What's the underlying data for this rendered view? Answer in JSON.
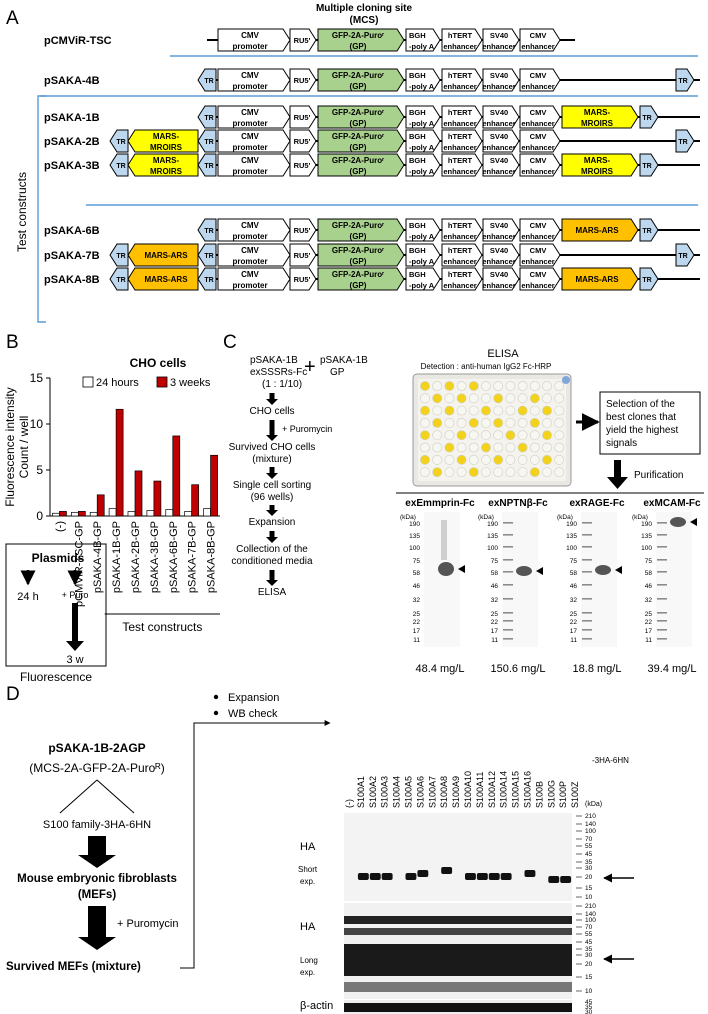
{
  "panel_letters": {
    "a": "A",
    "b": "B",
    "c": "C",
    "d": "D"
  },
  "panelA": {
    "mcs_label_line1": "Multiple cloning site",
    "mcs_label_line2": "(MCS)",
    "test_constructs_label": "Test constructs",
    "element_labels": {
      "cmv_promoter": [
        "CMV",
        "promoter"
      ],
      "ru5": "RU5'",
      "gp": [
        "GFP-2A-Puroʳ",
        "(GP)"
      ],
      "bgh": [
        "BGH",
        "-poly A"
      ],
      "htert": [
        "hTERT",
        "enhancer"
      ],
      "sv40": [
        "SV40",
        "enhancer"
      ],
      "cmv_enhancer": [
        "CMV",
        "enhancer"
      ],
      "tr": "TR",
      "mars_mroirs": [
        "MARS-",
        "MROIRS"
      ],
      "mars_ars": "MARS-ARS"
    },
    "constructs": [
      {
        "name": "pCMViR-TSC",
        "left": "none",
        "right": "none",
        "tr_left": false,
        "tr_right": false
      },
      {
        "name": "pSAKA-4B",
        "left": "none",
        "right": "none",
        "tr_left": true,
        "tr_right": true
      },
      {
        "name": "pSAKA-1B",
        "left": "none",
        "right": "mroirs",
        "tr_left": true,
        "tr_right": true
      },
      {
        "name": "pSAKA-2B",
        "left": "mroirs",
        "right": "none",
        "tr_left": true,
        "tr_right": true
      },
      {
        "name": "pSAKA-3B",
        "left": "mroirs",
        "right": "mroirs",
        "tr_left": true,
        "tr_right": true
      },
      {
        "name": "pSAKA-6B",
        "left": "none",
        "right": "ars",
        "tr_left": true,
        "tr_right": true
      },
      {
        "name": "pSAKA-7B",
        "left": "ars",
        "right": "none",
        "tr_left": true,
        "tr_right": true
      },
      {
        "name": "pSAKA-8B",
        "left": "ars",
        "right": "ars",
        "tr_left": true,
        "tr_right": true
      }
    ]
  },
  "panelB": {
    "chart_data": {
      "type": "bar",
      "title": "CHO cells",
      "ylabel": "Fluorescence intensity\nCount / well",
      "ylim": [
        0,
        15
      ],
      "yticks": [
        0,
        5,
        10,
        15
      ],
      "legend_position": "top",
      "categories": [
        "(-)",
        "pCMViR-TSC-GP",
        "pSAKA-4B-GP",
        "pSAKA-1B-GP",
        "pSAKA-2B-GP",
        "pSAKA-3B-GP",
        "pSAKA-6B-GP",
        "pSAKA-7B-GP",
        "pSAKA-8B-GP"
      ],
      "series": [
        {
          "name": "24 hours",
          "color": "#ffffff",
          "values": [
            0.3,
            0.4,
            0.4,
            0.8,
            0.5,
            0.6,
            0.7,
            0.5,
            0.8
          ]
        },
        {
          "name": "3 weeks",
          "color": "#c00000",
          "values": [
            0.5,
            0.5,
            2.3,
            11.6,
            4.9,
            3.8,
            8.7,
            3.4,
            6.6
          ]
        }
      ],
      "group_label": "Test constructs"
    },
    "schematic": {
      "plasmids": "Plasmids",
      "t24": "24 h",
      "puro": "+ Puro",
      "t3w": "3 w",
      "caption": "Fluorescence"
    }
  },
  "panelC": {
    "mix_left": [
      "pSAKA-1B",
      "exSSSRs-Fc"
    ],
    "plus": "+",
    "mix_right": [
      "pSAKA-1B",
      "GP"
    ],
    "ratio": "(1   :  1/10)",
    "steps": [
      "CHO cells",
      "+ Puromycin",
      "Survived CHO cells",
      "(mixture)",
      "Single cell sorting",
      "(96 wells)",
      "Expansion",
      "Collection of the",
      "conditioned media",
      "ELISA"
    ],
    "elisa_title": "ELISA",
    "elisa_detection": "Detection : anti-human IgG2 Fc-HRP",
    "selection_box": [
      "Selection of the",
      "best clones that",
      "yield the highest",
      "signals"
    ],
    "purification": "Purification",
    "kda": "(kDa)",
    "marker_kda": [
      "190",
      "135",
      "100",
      "75",
      "58",
      "46",
      "32",
      "25",
      "22",
      "17",
      "11"
    ],
    "gels": [
      {
        "name": "exEmmprin-Fc",
        "yield": "48.4 mg/L"
      },
      {
        "name": "exNPTNβ-Fc",
        "yield": "150.6 mg/L"
      },
      {
        "name": "exRAGE-Fc",
        "yield": "18.8 mg/L"
      },
      {
        "name": "exMCAM-Fc",
        "yield": "39.4 mg/L"
      }
    ]
  },
  "panelD": {
    "bullets": [
      "Expansion",
      "WB check"
    ],
    "plasmid": "pSAKA-1B-2AGP",
    "cassette": "(MCS-2A-GFP-2A-Puroᴿ)",
    "insert": "S100 family-3HA-6HN",
    "cells": [
      "Mouse embryonic fibroblasts",
      "(MEFs)"
    ],
    "puro": "+ Puromycin",
    "survived": "Survived MEFs (mixture)",
    "lane_labels": [
      "(-)",
      "S100A1",
      "S100A2",
      "S100A3",
      "S100A4",
      "S100A5",
      "S100A6",
      "S100A7",
      "S100A8",
      "S100A9",
      "S100A10",
      "S100A11",
      "S100A12",
      "S100A14",
      "S100A15",
      "S100A16",
      "S100B",
      "S100G",
      "S100P",
      "S100Z"
    ],
    "tag": "-3HA-6HN",
    "kda": "(kDa)",
    "marker_kda": [
      "210",
      "140",
      "100",
      "70",
      "55",
      "45",
      "35",
      "30",
      "20",
      "15",
      "10"
    ],
    "blot_labels": {
      "ha": "HA",
      "short": [
        "Short",
        "exp."
      ],
      "long": [
        "Long",
        "exp."
      ],
      "actin": "β-actin"
    },
    "actin_kda": [
      "45",
      "35",
      "30"
    ]
  }
}
